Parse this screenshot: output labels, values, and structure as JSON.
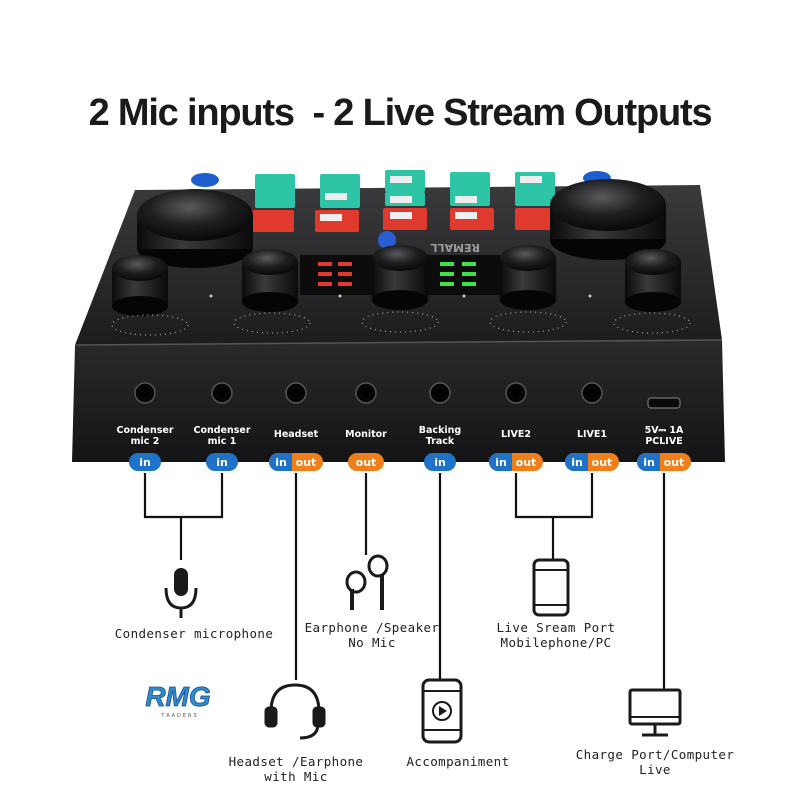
{
  "title": "2 Mic inputs  - 2 Live Stream Outputs",
  "brand": "REMALL",
  "colors": {
    "in": "#1e73c8",
    "out": "#ef7f1a",
    "line": "#111111"
  },
  "ports": [
    {
      "label1": "Condenser",
      "label2": "mic 2",
      "pills": [
        "in"
      ]
    },
    {
      "label1": "Condenser",
      "label2": "mic 1",
      "pills": [
        "in"
      ]
    },
    {
      "label1": "Headset",
      "label2": "",
      "pills": [
        "in",
        "out"
      ]
    },
    {
      "label1": "Monitor",
      "label2": "",
      "pills": [
        "out"
      ]
    },
    {
      "label1": "Backing",
      "label2": "Track",
      "pills": [
        "in"
      ]
    },
    {
      "label1": "LIVE2",
      "label2": "",
      "pills": [
        "in",
        "out"
      ]
    },
    {
      "label1": "LIVE1",
      "label2": "",
      "pills": [
        "in",
        "out"
      ]
    },
    {
      "label1": "5V⎓ 1A",
      "label2": "PCLIVE",
      "pills": [
        "in",
        "out"
      ]
    }
  ],
  "devices": {
    "condenser_mic": "Condenser microphone",
    "earphone_line1": "Earphone /Speaker",
    "earphone_line2": "No Mic",
    "live_line1": "Live Sream Port",
    "live_line2": "Mobilephone/PC",
    "headset_line1": "Headset /Earphone",
    "headset_line2": "with Mic",
    "accompaniment": "Accompaniment",
    "charge_line1": "Charge Port/Computer",
    "charge_line2": "Live"
  },
  "logo": {
    "text": "RMG",
    "sub": "TRADERS"
  },
  "icons": [
    "microphone-icon",
    "earphones-icon",
    "smartphone-icon",
    "headset-icon",
    "play-phone-icon",
    "monitor-icon"
  ]
}
